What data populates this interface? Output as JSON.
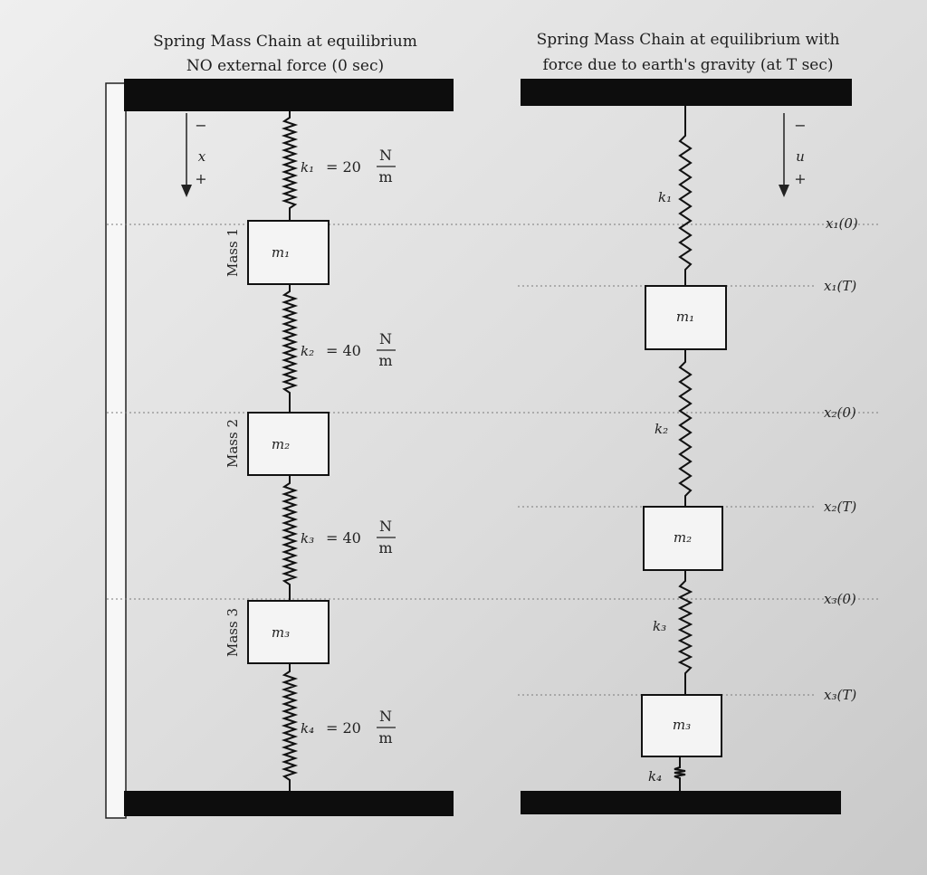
{
  "left": {
    "title_line1": "Spring Mass Chain at equilibrium",
    "title_line2": "NO external force (0 sec)",
    "axis_var": "x",
    "axis_minus": "−",
    "axis_plus": "+",
    "springs": [
      {
        "name": "k₁",
        "value": "= 20",
        "unit_num": "N",
        "unit_den": "m"
      },
      {
        "name": "k₂",
        "value": "= 40",
        "unit_num": "N",
        "unit_den": "m"
      },
      {
        "name": "k₃",
        "value": "= 40",
        "unit_num": "N",
        "unit_den": "m"
      },
      {
        "name": "k₄",
        "value": "= 20",
        "unit_num": "N",
        "unit_den": "m"
      }
    ],
    "masses": [
      {
        "label": "m₁",
        "side": "Mass 1"
      },
      {
        "label": "m₂",
        "side": "Mass 2"
      },
      {
        "label": "m₃",
        "side": "Mass 3"
      }
    ]
  },
  "right": {
    "title_line1": "Spring Mass Chain at equilibrium with",
    "title_line2": "force due to earth's gravity (at T sec)",
    "axis_var": "u",
    "axis_minus": "−",
    "axis_plus": "+",
    "springs": [
      "k₁",
      "k₂",
      "k₃",
      "k₄"
    ],
    "masses": [
      "m₁",
      "m₂",
      "m₃"
    ],
    "positions": [
      "x₁(0)",
      "x₁(T)",
      "x₂(0)",
      "x₂(T)",
      "x₃(0)",
      "x₃(T)"
    ]
  }
}
